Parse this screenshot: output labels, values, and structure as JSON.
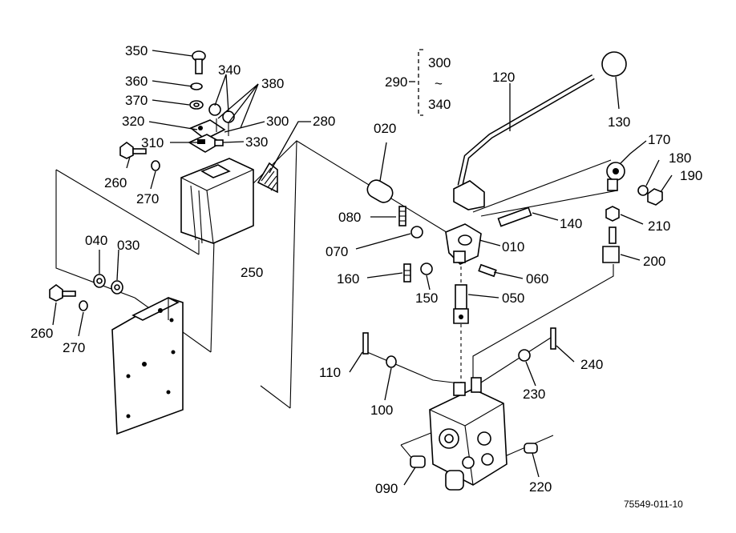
{
  "diagram": {
    "labels": {
      "p350": "350",
      "p360": "360",
      "p370": "370",
      "p320": "320",
      "p310": "310",
      "p340": "340",
      "p380": "380",
      "p300": "300",
      "p330": "330",
      "p280": "280",
      "p260a": "260",
      "p270a": "270",
      "p250": "250",
      "p040": "040",
      "p030": "030",
      "p260b": "260",
      "p270b": "270",
      "p290": "290",
      "p300b": "300",
      "p340b": "340",
      "p020": "020",
      "p120": "120",
      "p130": "130",
      "p170": "170",
      "p180": "180",
      "p190": "190",
      "p080": "080",
      "p140": "140",
      "p210": "210",
      "p070": "070",
      "p010": "010",
      "p200": "200",
      "p160": "160",
      "p060": "060",
      "p150": "150",
      "p050": "050",
      "p110": "110",
      "p240": "240",
      "p100": "100",
      "p230": "230",
      "p090": "090",
      "p220": "220"
    },
    "range_sep": "~",
    "drawing_code": "75549-011-10"
  }
}
